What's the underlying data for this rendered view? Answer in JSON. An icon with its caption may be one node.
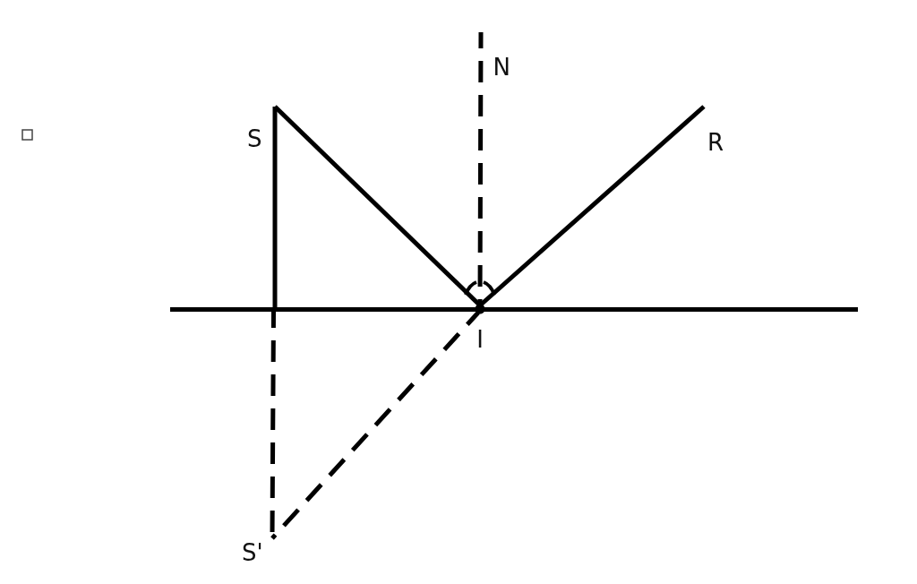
{
  "diagram": {
    "nodes": [
      {
        "text": [
          "N"
        ]
      },
      {
        "text": [
          "S"
        ]
      },
      {
        "text": [
          "R"
        ]
      },
      {
        "text": [],
        "shape": "bar"
      },
      {
        "text": [
          "I"
        ]
      },
      {
        "text": [
          "S'"
        ]
      }
    ],
    "edges": [
      {
        "from": 1,
        "to": 4,
        "arrow": "none"
      },
      {
        "from": 4,
        "to": 2,
        "arrow": "none"
      },
      {
        "from": 0,
        "to": 4,
        "arrow": "none",
        "style": "dashed"
      },
      {
        "from": 1,
        "to": 3,
        "arrow": "none"
      },
      {
        "from": 3,
        "to": 5,
        "arrow": "none",
        "style": "dashed"
      },
      {
        "from": 4,
        "to": 5,
        "arrow": "none",
        "style": "dashed"
      }
    ]
  }
}
